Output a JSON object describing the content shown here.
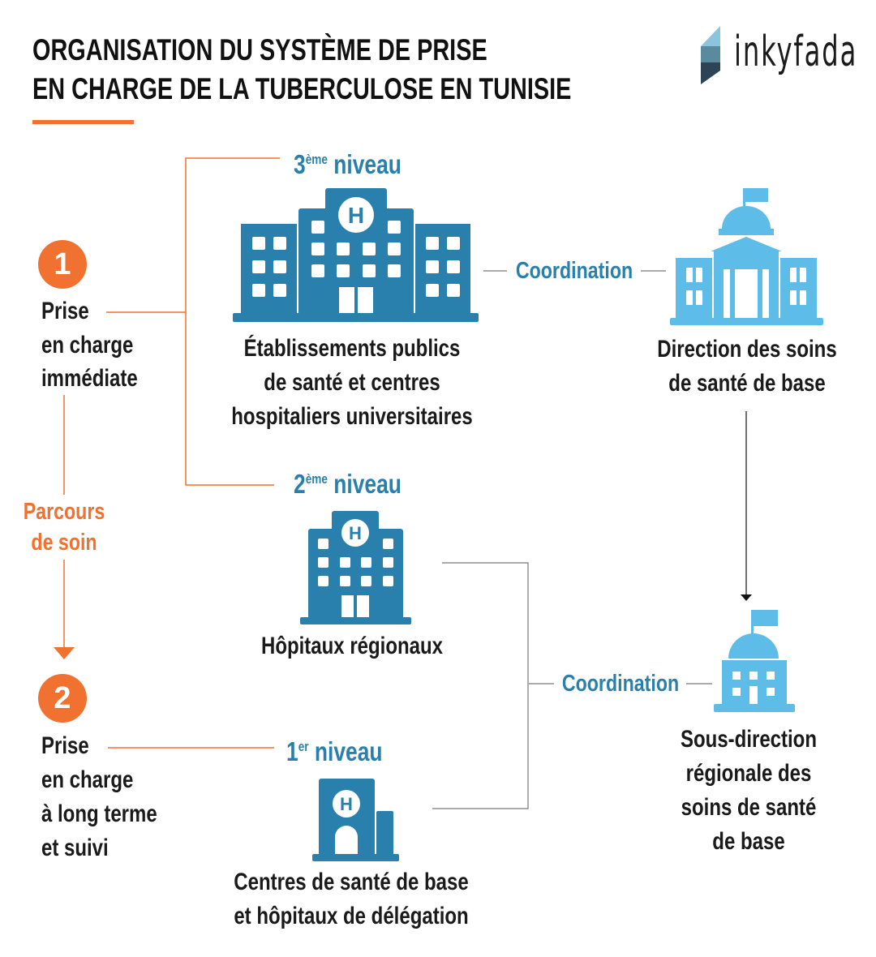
{
  "title": {
    "line1": "ORGANISATION DU SYSTÈME DE PRISE",
    "line2": "EN CHARGE DE LA TUBERCULOSE EN TUNISIE"
  },
  "logo": {
    "text": "inkyfada"
  },
  "colors": {
    "orange": "#f07130",
    "dark_blue": "#2a80ad",
    "light_blue": "#5dbde8"
  },
  "care_path": {
    "step1": {
      "number": "1",
      "lines": [
        "Prise",
        "en charge",
        "immédiate"
      ]
    },
    "label": [
      "Parcours",
      "de soin"
    ],
    "step2": {
      "number": "2",
      "lines": [
        "Prise",
        "en charge",
        "à long terme",
        "et suivi"
      ]
    }
  },
  "levels": {
    "third": {
      "num": "3",
      "sup": "ème",
      "word": "niveau",
      "icon": "large-hospital-icon",
      "lines": [
        "Établissements publics",
        "de santé et centres",
        "hospitaliers universitaires"
      ]
    },
    "second": {
      "num": "2",
      "sup": "ème",
      "word": "niveau",
      "icon": "hospital-icon",
      "lines": [
        "Hôpitaux régionaux"
      ]
    },
    "first": {
      "num": "1",
      "sup": "er",
      "word": "niveau",
      "icon": "health-center-icon",
      "lines": [
        "Centres de santé de base",
        "et hôpitaux de délégation"
      ]
    }
  },
  "coordination": {
    "label1": "Coordination",
    "label2": "Coordination"
  },
  "administration": {
    "direction": {
      "icon": "government-building-icon",
      "lines": [
        "Direction des soins",
        "de santé de base"
      ]
    },
    "sub_direction": {
      "icon": "small-government-building-icon",
      "lines": [
        "Sous-direction",
        "régionale des",
        "soins de santé",
        "de base"
      ]
    }
  }
}
